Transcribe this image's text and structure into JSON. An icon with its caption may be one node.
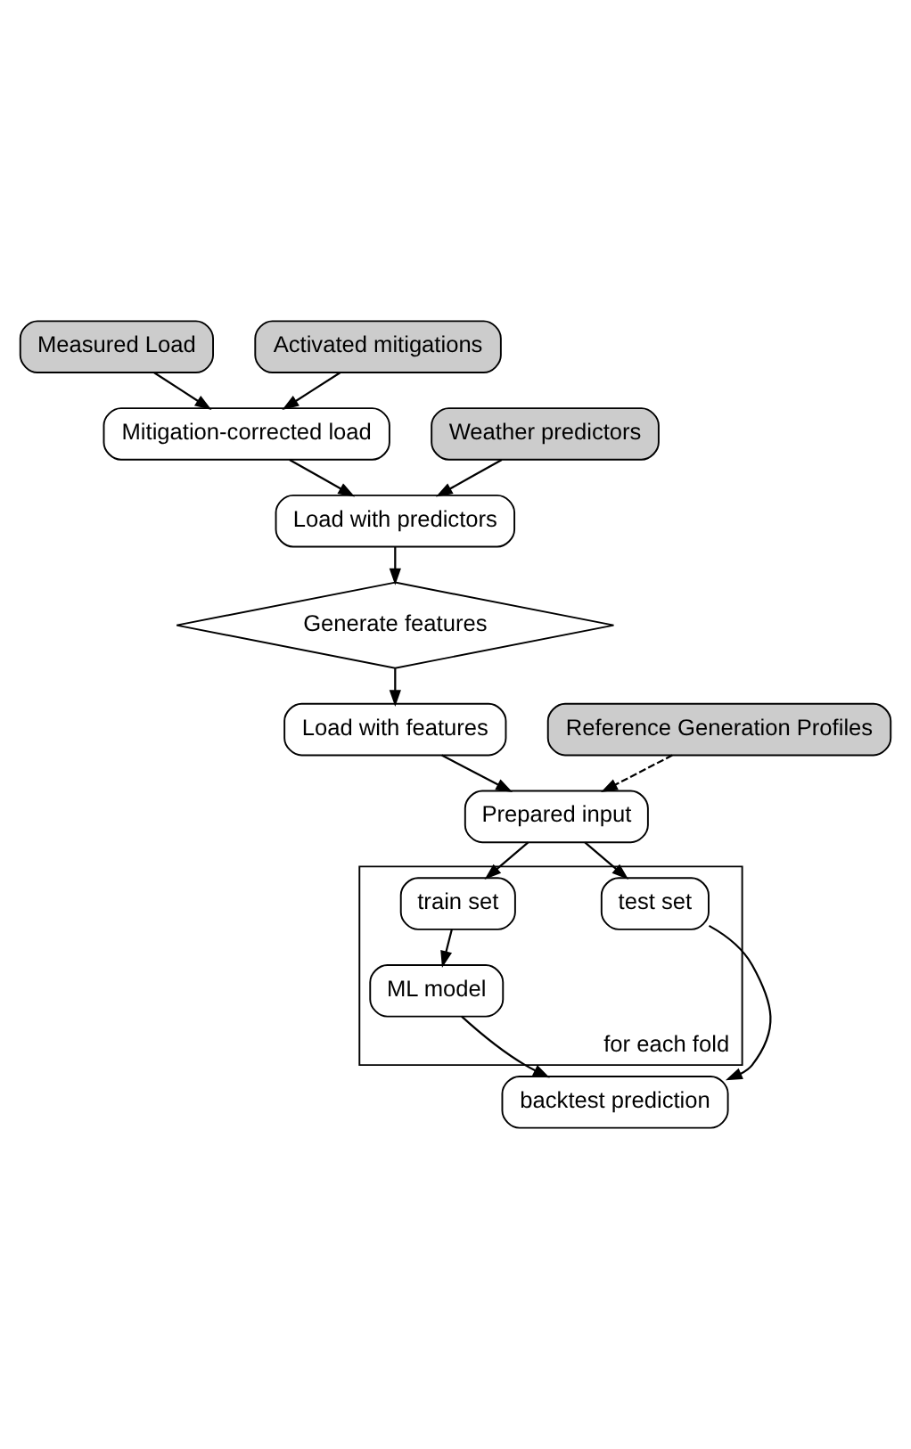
{
  "diagram": {
    "nodes": [
      {
        "text": [
          "Measured Load"
        ]
      },
      {
        "text": [
          "Activated mitigations"
        ]
      },
      {
        "text": [
          "Mitigation-corrected load"
        ]
      },
      {
        "text": [
          "Weather predictors"
        ]
      },
      {
        "text": [
          "Load with predictors"
        ]
      },
      {
        "text": [
          "Generate features"
        ]
      },
      {
        "text": [
          "Load with features"
        ]
      },
      {
        "text": [
          "Reference Generation Profiles"
        ]
      },
      {
        "text": [
          "Prepared input"
        ]
      },
      {
        "text": [
          "for each fold"
        ]
      },
      {
        "text": [
          "train set"
        ],
        "in": 9
      },
      {
        "text": [
          "test set"
        ],
        "in": 9
      },
      {
        "text": [
          "ML model"
        ],
        "in": 9
      },
      {
        "text": [
          "backtest prediction"
        ]
      }
    ],
    "edges": [
      {
        "from": 0,
        "to": 2,
        "arrow": "to"
      },
      {
        "from": 1,
        "to": 2,
        "arrow": "to"
      },
      {
        "from": 2,
        "to": 4,
        "arrow": "to"
      },
      {
        "from": 3,
        "to": 4,
        "arrow": "to"
      },
      {
        "from": 4,
        "to": 5,
        "arrow": "to"
      },
      {
        "from": 5,
        "to": 6,
        "arrow": "to"
      },
      {
        "from": 6,
        "to": 8,
        "arrow": "to"
      },
      {
        "from": 7,
        "to": 8,
        "arrow": "to",
        "style": "dashed"
      },
      {
        "from": 8,
        "to": 10,
        "arrow": "to"
      },
      {
        "from": 8,
        "to": 11,
        "arrow": "to"
      },
      {
        "from": 10,
        "to": 12,
        "arrow": "to"
      },
      {
        "from": 12,
        "to": 13,
        "arrow": "to"
      },
      {
        "from": 11,
        "to": 13,
        "arrow": "to"
      }
    ]
  }
}
